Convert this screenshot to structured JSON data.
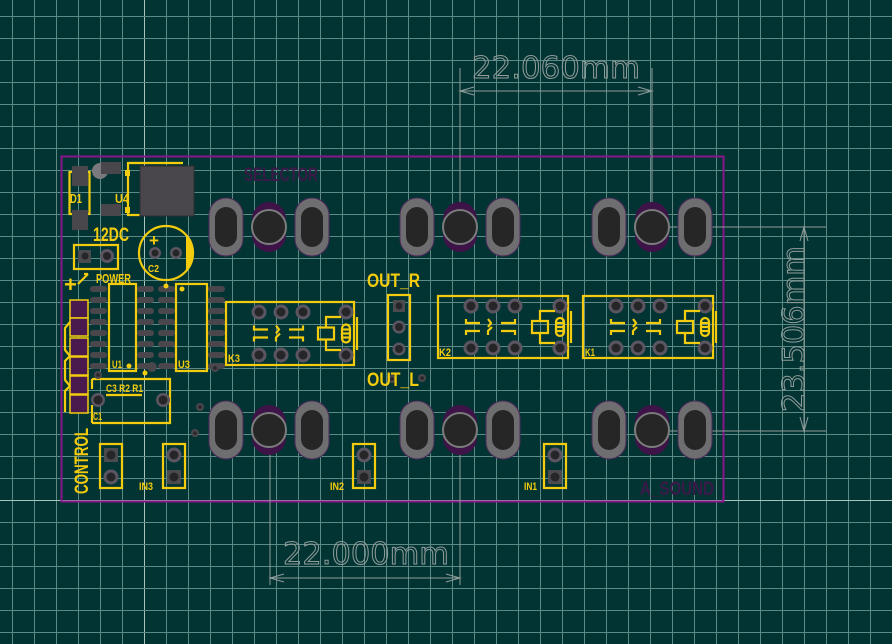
{
  "app": "PCB layout editor",
  "colors": {
    "background": "#033434",
    "grid": "#5e8a86",
    "board_outline": "#8a148a",
    "silkscreen": "#f3cc0e",
    "hidden_silkscreen": "#3b1a4a",
    "dimension": "#8f9c99",
    "pad": "#4a4a4f",
    "drill": "#262628",
    "bottom_pad": "#4a1a4e"
  },
  "dimensions": {
    "top": "22.060mm",
    "bottom": "22.000mm",
    "right": "23.506mm"
  },
  "board": {
    "hidden_labels": [
      "SELECTOR",
      "A_SOUND"
    ],
    "labels": {
      "d1": "D1",
      "u4": "U4",
      "dc": "12DC",
      "c2": "C2",
      "plus": "+",
      "power": "POWER",
      "u1": "U1",
      "u3": "U3",
      "c3r2r1": "C3 R2 R1",
      "c1": "C1",
      "control": "CONTROL",
      "in3": "IN3",
      "in2": "IN2",
      "in1": "IN1",
      "k3": "K3",
      "k2": "K2",
      "k1": "K1",
      "out_r": "OUT_R",
      "out_l": "OUT_L"
    },
    "components": [
      {
        "ref": "D1",
        "type": "diode"
      },
      {
        "ref": "U4",
        "type": "regulator"
      },
      {
        "ref": "C2",
        "type": "electrolytic-capacitor"
      },
      {
        "ref": "POWER",
        "type": "2-pin-header"
      },
      {
        "ref": "U1",
        "type": "SOIC-16"
      },
      {
        "ref": "U3",
        "type": "SOIC-16"
      },
      {
        "ref": "CONTROL",
        "type": "6-pin-connector"
      },
      {
        "ref": "K3",
        "type": "relay"
      },
      {
        "ref": "K2",
        "type": "relay"
      },
      {
        "ref": "K1",
        "type": "relay"
      },
      {
        "ref": "OUT_R/OUT_L",
        "type": "3-pin-header"
      },
      {
        "ref": "IN3",
        "type": "2-pin-header"
      },
      {
        "ref": "IN2",
        "type": "2-pin-header"
      },
      {
        "ref": "IN1",
        "type": "2-pin-header"
      }
    ]
  }
}
